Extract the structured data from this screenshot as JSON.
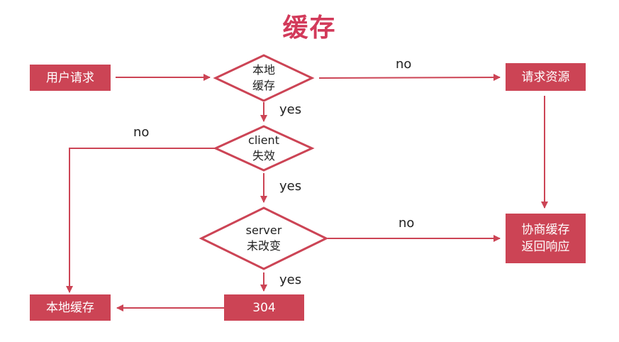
{
  "title": "缓存",
  "nodes": {
    "user_request": "用户请求",
    "local_cache_check": [
      "本地",
      "缓存"
    ],
    "request_resource": "请求资源",
    "client_invalid": [
      "client",
      "失效"
    ],
    "server_unchanged": [
      "server",
      "未改变"
    ],
    "negotiate_cache": [
      "协商缓存",
      "返回响应"
    ],
    "local_cache_result": "本地缓存",
    "status_304": "304"
  },
  "edge_labels": {
    "local_to_request_no": "no",
    "local_to_client_yes": "yes",
    "client_to_local_no": "no",
    "client_to_server_yes": "yes",
    "server_to_negotiate_no": "no",
    "server_to_304_yes": "yes"
  },
  "colors": {
    "accent": "#cc4455",
    "title": "#d23a5a"
  }
}
